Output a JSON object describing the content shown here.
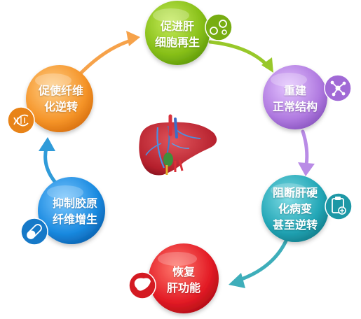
{
  "nodes": [
    {
      "id": "promote-liver-regeneration",
      "lines": [
        "促进肝",
        "细胞再生"
      ],
      "color": "#8cc21f",
      "icon": "cells-icon"
    },
    {
      "id": "rebuild-structure",
      "lines": [
        "重建",
        "正常结构"
      ],
      "color": "#b67fe3",
      "icon": "molecule-icon"
    },
    {
      "id": "block-reverse-cirrhosis",
      "lines": [
        "阻断肝硬",
        "化病变",
        "甚至逆转"
      ],
      "color": "#2eaab8",
      "icon": "clipboard-plus-icon"
    },
    {
      "id": "restore-liver-function",
      "lines": [
        "恢复",
        "肝功能"
      ],
      "color": "#e8202a",
      "icon": "liver-icon"
    },
    {
      "id": "inhibit-collagen",
      "lines": [
        "抑制胶原",
        "纤维增生"
      ],
      "color": "#1e8fe0",
      "icon": "pill-capsule-icon"
    },
    {
      "id": "promote-fiber-degradation",
      "lines": [
        "促使纤维",
        "化逆转"
      ],
      "color": "#f59a30",
      "icon": "dna-icon"
    }
  ],
  "center_icon": "liver-illustration-icon"
}
